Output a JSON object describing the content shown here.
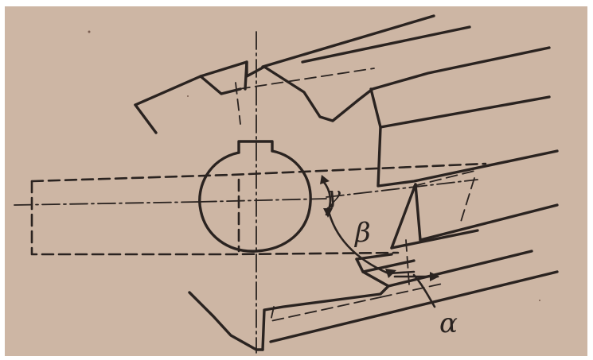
{
  "figure": {
    "paper_color": "#cdb6a4",
    "ink_color": "#2a2320",
    "labels": {
      "gamma": "γ",
      "beta": "β",
      "alpha": "α"
    }
  }
}
